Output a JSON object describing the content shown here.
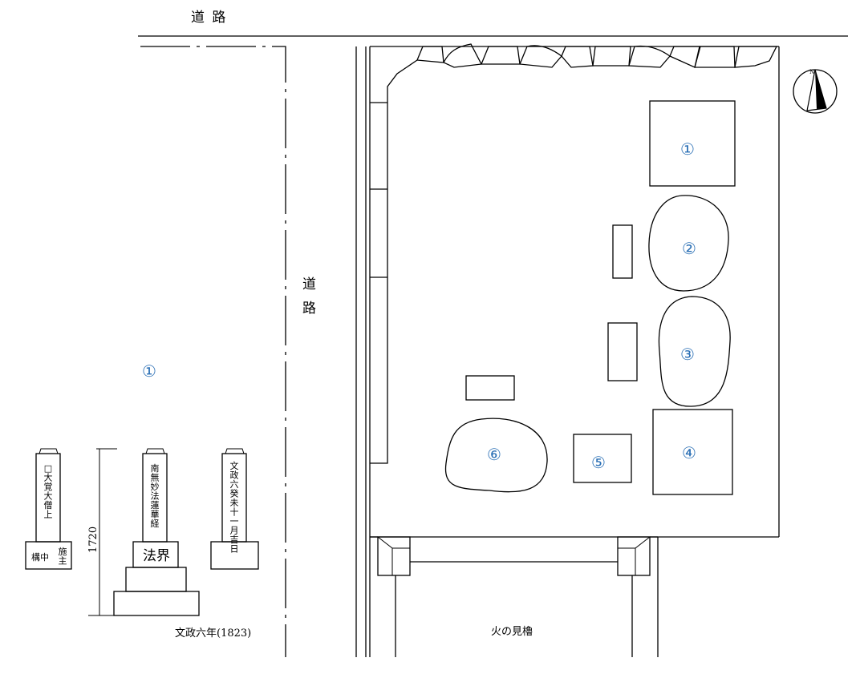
{
  "labels": {
    "road_top": "道 路",
    "road_vertical_1": "道",
    "road_vertical_2": "路",
    "fire_tower": "火の見櫓",
    "date_caption": "文政六年(1823)",
    "height_dim": "1720",
    "compass_n": "N"
  },
  "markers": {
    "left_stone": "①",
    "m1": "①",
    "m2": "②",
    "m3": "③",
    "m4": "④",
    "m5": "⑤",
    "m6": "⑥"
  },
  "stones": {
    "left": {
      "inscription": "□大覚大僧上",
      "base_a": "構中",
      "base_b": "施主"
    },
    "center": {
      "inscription": "南無妙法蓮華経",
      "base": "法界"
    },
    "right": {
      "inscription": "文政六癸未十一月吉日"
    }
  }
}
